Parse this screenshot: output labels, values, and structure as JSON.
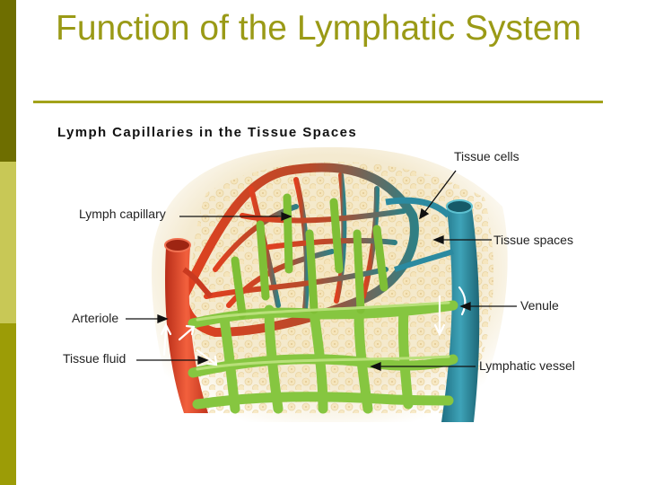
{
  "slide": {
    "title": "Function of the Lymphatic System"
  },
  "figure": {
    "title": "Lymph Capillaries in the Tissue Spaces",
    "labels": {
      "tissue_cells": "Tissue cells",
      "lymph_capillary": "Lymph capillary",
      "tissue_spaces": "Tissue spaces",
      "venule": "Venule",
      "arteriole": "Arteriole",
      "tissue_fluid": "Tissue fluid",
      "lymphatic_vessel": "Lymphatic vessel"
    }
  },
  "colors": {
    "accent_olive": "#9a9a16",
    "sidebar_dark": "#6e6e00",
    "sidebar_light": "#c8c856",
    "sidebar_mid": "#9c9c06",
    "arteriole_red": "#e8432a",
    "venule_teal": "#2b8aa0",
    "lymph_green": "#7fc13a",
    "tissue_bg": "#f3e6c4"
  }
}
